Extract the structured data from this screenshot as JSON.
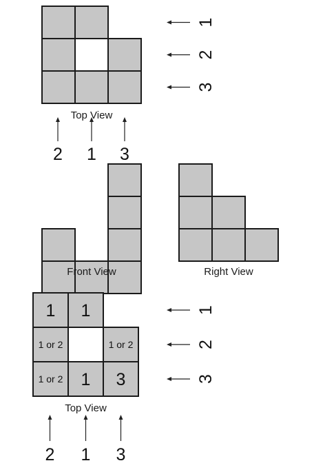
{
  "diagrams": [
    {
      "label": "Top View",
      "grid": [
        [
          true,
          true,
          false
        ],
        [
          true,
          false,
          true
        ],
        [
          true,
          true,
          true
        ]
      ],
      "cell_text": null,
      "row_labels": [
        "1",
        "2",
        "3"
      ],
      "col_labels": [
        "2",
        "1",
        "3"
      ]
    },
    {
      "label": "Front View",
      "grid": [
        [
          false,
          false,
          true
        ],
        [
          false,
          false,
          true
        ],
        [
          true,
          false,
          true
        ],
        [
          true,
          true,
          true
        ]
      ]
    },
    {
      "label": "Right View",
      "grid": [
        [
          true,
          false,
          false
        ],
        [
          true,
          true,
          false
        ],
        [
          true,
          true,
          true
        ]
      ]
    },
    {
      "label": "Top View",
      "grid": [
        [
          true,
          true,
          false
        ],
        [
          true,
          false,
          true
        ],
        [
          true,
          true,
          true
        ]
      ],
      "cell_text": [
        [
          "1",
          "1",
          ""
        ],
        [
          "1 or 2",
          "",
          "1 or 2"
        ],
        [
          "1 or 2",
          "1",
          "3"
        ]
      ],
      "row_labels": [
        "1",
        "2",
        "3"
      ],
      "col_labels": [
        "2",
        "1",
        "3"
      ]
    }
  ]
}
